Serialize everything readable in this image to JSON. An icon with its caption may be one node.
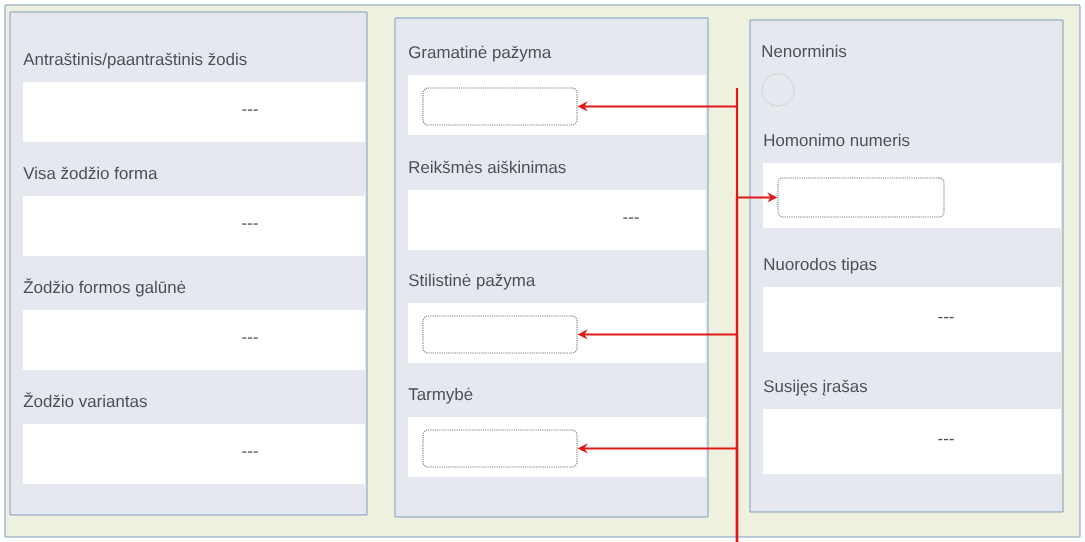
{
  "diagram": {
    "nodes": [
      {
        "text": [],
        "shape": "box"
      },
      {
        "text": [
          "Antraštinis/paantraštinis žodis",
          "---"
        ],
        "in": 0
      },
      {
        "text": [
          "Visa žodžio forma",
          "---"
        ],
        "in": 0
      },
      {
        "text": [
          "Žodžio formos galūnė",
          "---"
        ],
        "in": 0
      },
      {
        "text": [
          "Žodžio variantas",
          "---"
        ],
        "in": 0
      },
      {
        "text": [],
        "shape": "box"
      },
      {
        "text": [
          "Gramatinė pažyma"
        ],
        "in": 5
      },
      {
        "text": [],
        "shape": "box",
        "in": 6
      },
      {
        "text": [
          "Reikšmės aiškinimas",
          "---"
        ],
        "in": 5
      },
      {
        "text": [
          "Stilistinė pažyma"
        ],
        "in": 5
      },
      {
        "text": [],
        "shape": "box",
        "in": 9
      },
      {
        "text": [
          "Tarmybė"
        ],
        "in": 5
      },
      {
        "text": [],
        "shape": "box",
        "in": 11
      },
      {
        "text": [],
        "shape": "box"
      },
      {
        "text": [
          "Homonimo numeris"
        ],
        "in": 13
      },
      {
        "text": [],
        "shape": "box",
        "in": 14
      },
      {
        "text": [
          "Nuorodos tipas",
          "---"
        ],
        "in": 13
      },
      {
        "text": [
          "Susijęs įrašas",
          "---"
        ],
        "in": 13
      }
    ],
    "edges": [
      {
        "from": null,
        "to": 7,
        "arrow": "to"
      },
      {
        "from": null,
        "to": 15,
        "arrow": "to"
      },
      {
        "from": null,
        "to": 10,
        "arrow": "to"
      },
      {
        "from": null,
        "to": 12,
        "arrow": "to"
      }
    ],
    "labels": [
      "Nenorminis"
    ]
  }
}
